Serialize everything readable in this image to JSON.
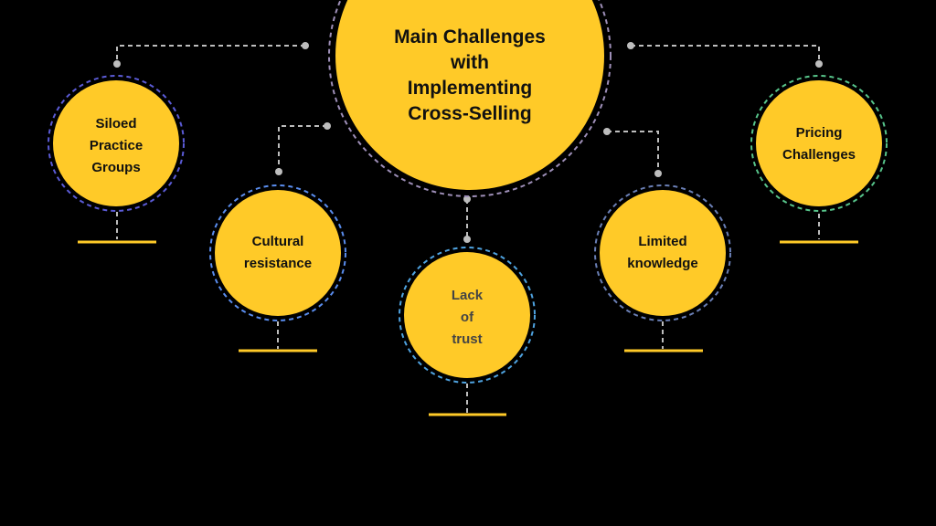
{
  "colors": {
    "background": "#000000",
    "circle_fill": "#FFCA28",
    "connector": "#BDBDBD",
    "base_line": "#FFCA28",
    "outer_ring_center": "#9E8FB8",
    "outer_ring_siloed": "#5B5BD6",
    "outer_ring_cultural": "#5A8DEE",
    "outer_ring_trust": "#4FA3E0",
    "outer_ring_limited": "#6A7FB5",
    "outer_ring_pricing": "#57C48A"
  },
  "center": {
    "label": "Main Challenges\nwith\nImplementing\nCross-Selling"
  },
  "nodes": [
    {
      "id": "siloed",
      "label": "Siloed\nPractice\nGroups"
    },
    {
      "id": "cultural",
      "label": "Cultural\nresistance"
    },
    {
      "id": "trust",
      "label": "Lack\nof\ntrust"
    },
    {
      "id": "limited",
      "label": "Limited\nknowledge"
    },
    {
      "id": "pricing",
      "label": "Pricing\nChallenges"
    }
  ]
}
